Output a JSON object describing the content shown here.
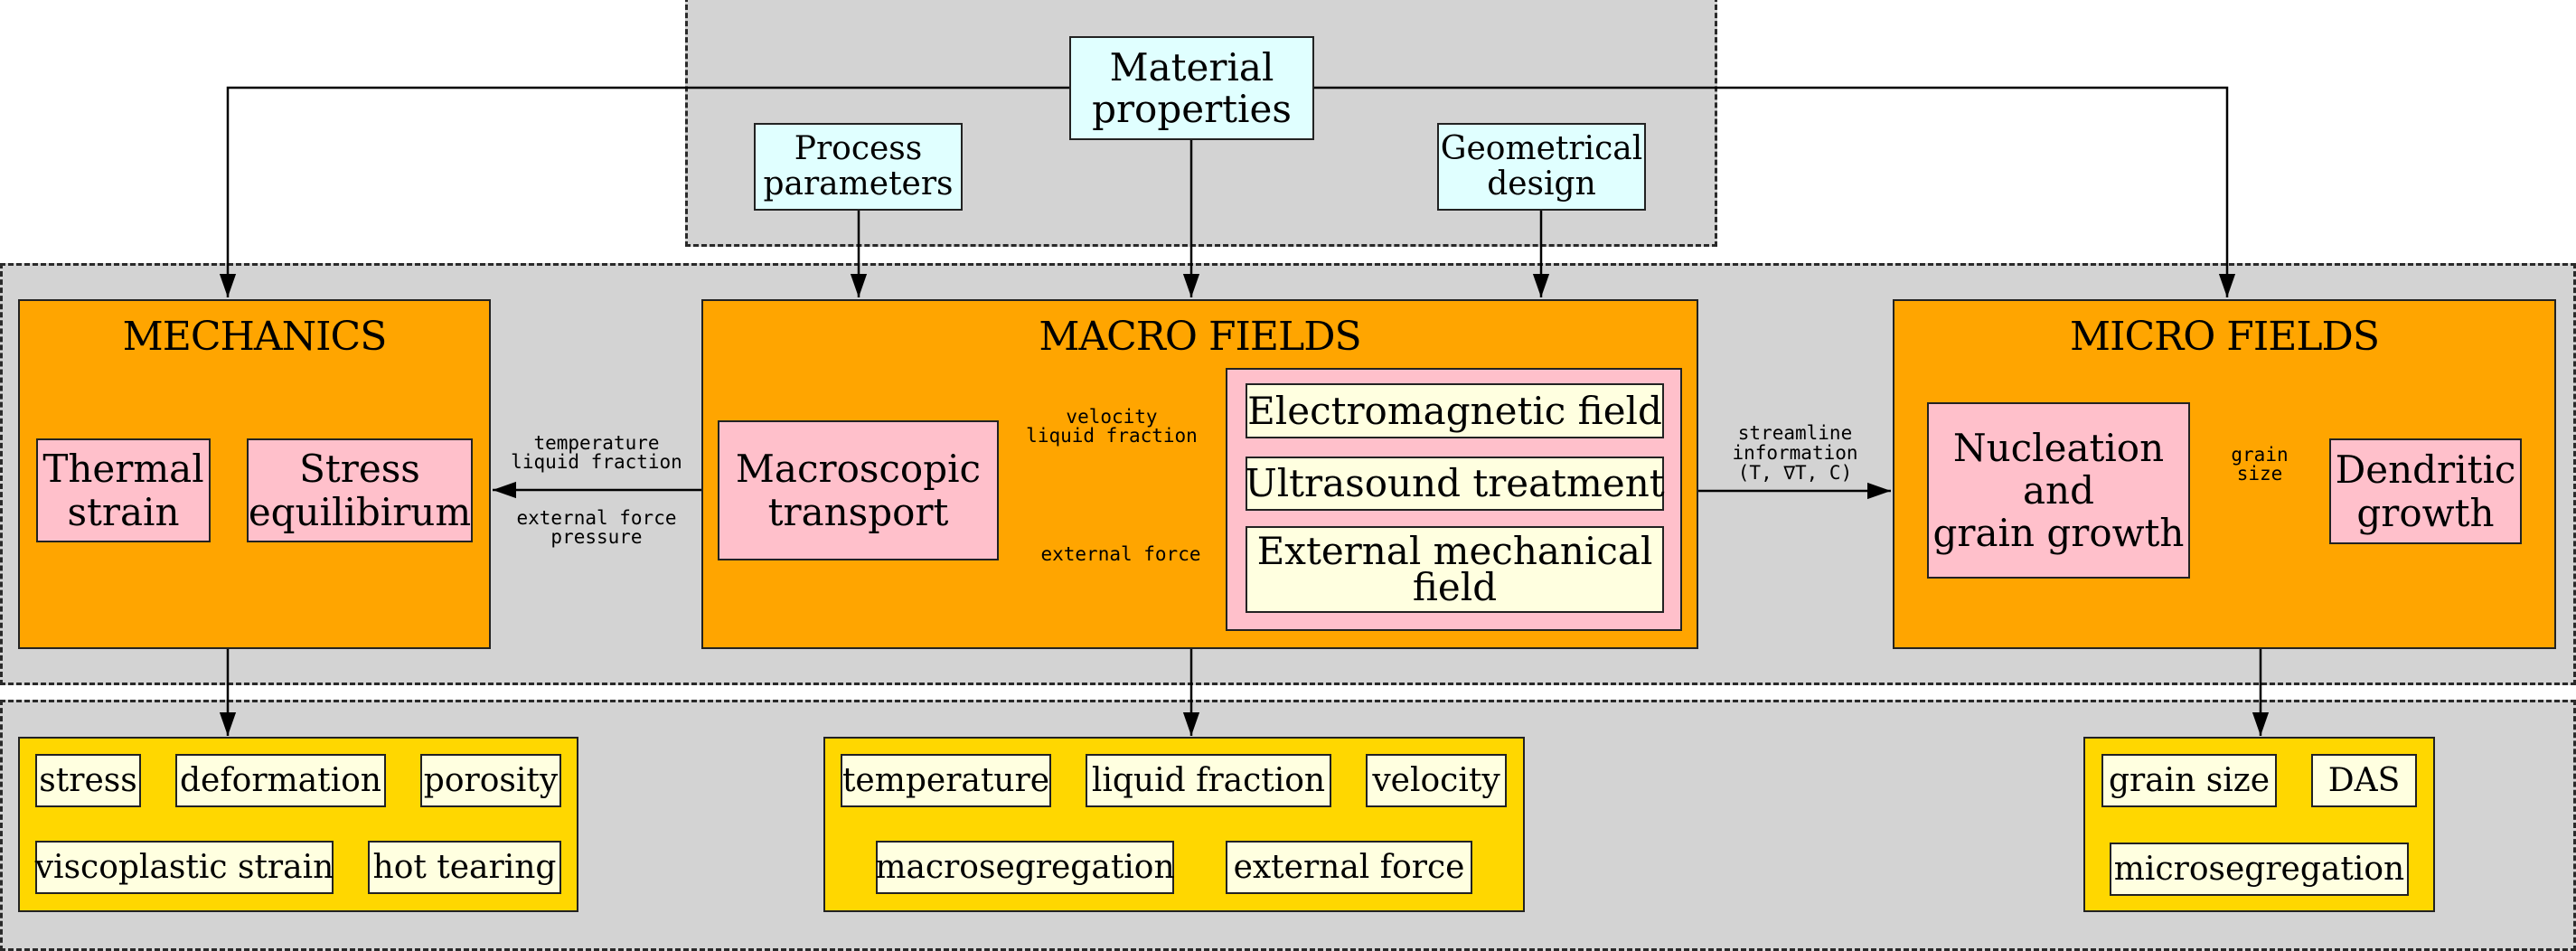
{
  "inputs": {
    "material_properties": "Material\nproperties",
    "process_parameters": "Process\nparameters",
    "geometrical_design": "Geometrical\ndesign"
  },
  "mechanics": {
    "title": "MECHANICS",
    "thermal_strain": "Thermal\nstrain",
    "stress_equilibrium": "Stress\nequilibirum"
  },
  "macro": {
    "title": "MACRO FIELDS",
    "macroscopic_transport": "Macroscopic\ntransport",
    "electromagnetic_field": "Electromagnetic field",
    "ultrasound_treatment": "Ultrasound treatment",
    "external_mechanical_field": "External mechanical\nfield"
  },
  "micro": {
    "title": "MICRO FIELDS",
    "nucleation": "Nucleation\nand\ngrain growth",
    "dendritic_growth": "Dendritic\ngrowth"
  },
  "edge_labels": {
    "macro_to_mech_top": "temperature\nliquid fraction",
    "macro_to_mech_bottom": "external force\npressure",
    "transport_to_fields": "velocity\nliquid fraction",
    "fields_to_transport": "external force",
    "macro_to_micro": "streamline\ninformation\n(T, ∇T, C)",
    "nucleation_to_dendritic": "grain\nsize"
  },
  "outputs": {
    "mechanics": [
      "stress",
      "deformation",
      "porosity",
      "viscoplastic strain",
      "hot tearing"
    ],
    "macro": [
      "temperature",
      "liquid fraction",
      "velocity",
      "macrosegregation",
      "external force"
    ],
    "micro": [
      "grain size",
      "DAS",
      "microsegregation"
    ]
  },
  "colors": {
    "panel": "#d3d3d3",
    "input_box": "#e0ffff",
    "module_box": "#ffa500",
    "submodule_box": "#ffc0cb",
    "item_box": "#ffffe0",
    "output_box": "#ffd700"
  }
}
